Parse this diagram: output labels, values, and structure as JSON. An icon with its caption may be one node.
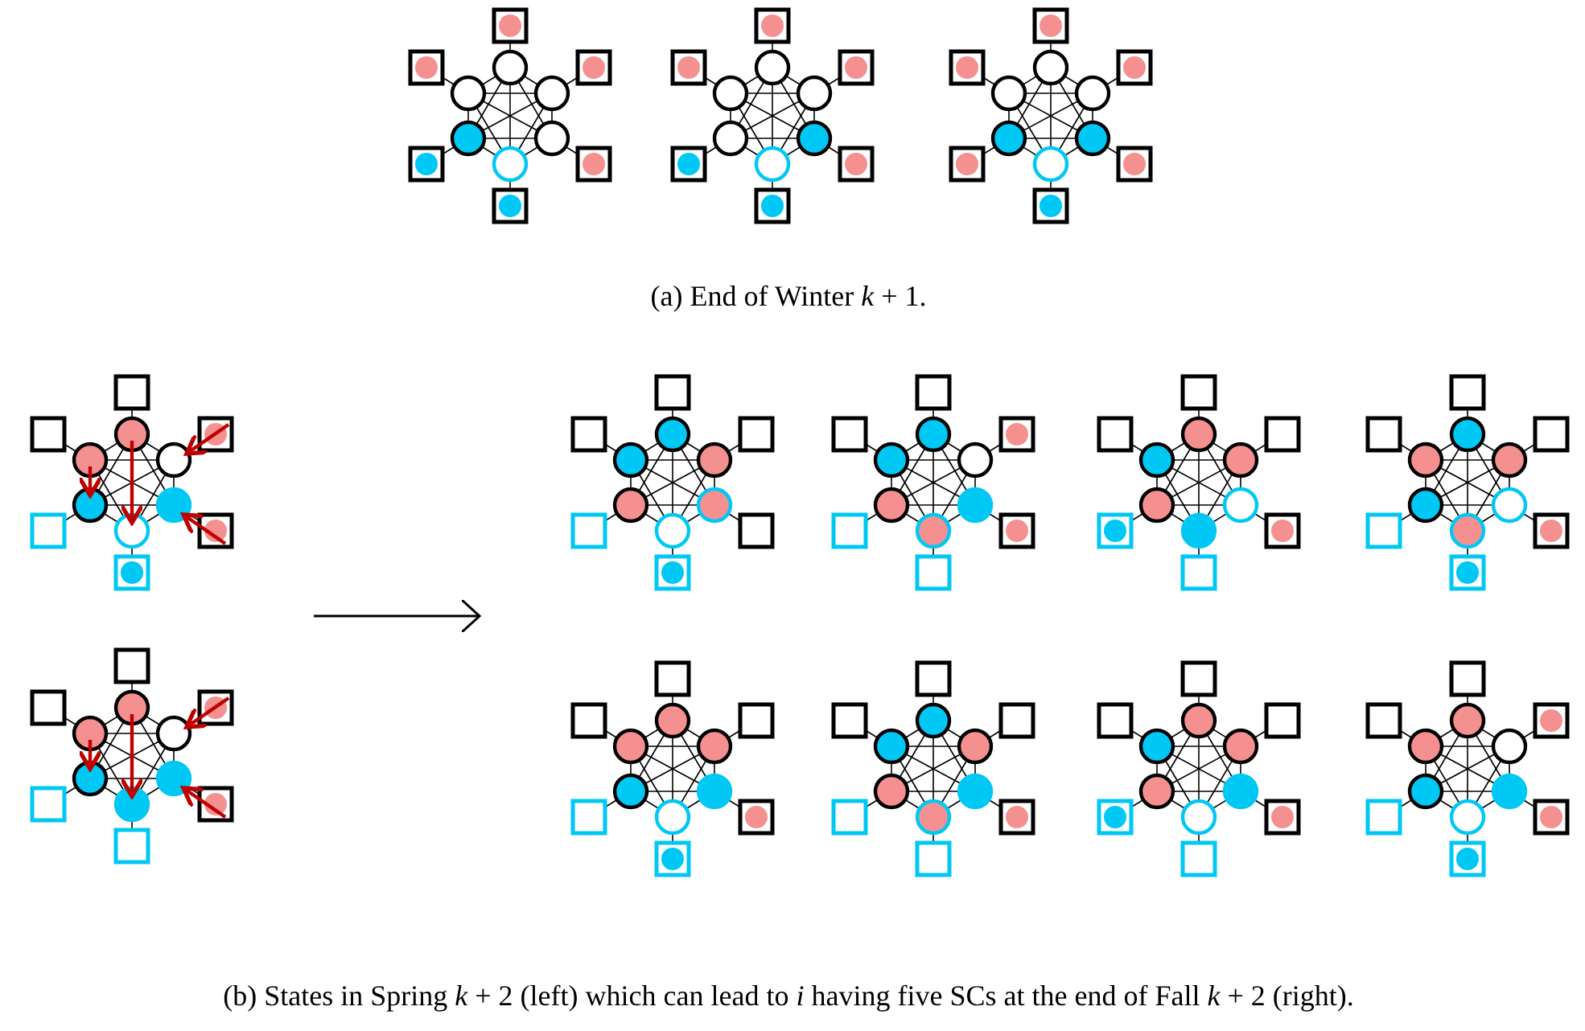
{
  "diagram": {
    "nodes": [
      {
        "text": [],
        "shape": "picture"
      },
      {
        "text": [],
        "shape": "picture"
      },
      {
        "text": [],
        "shape": "picture"
      },
      {
        "text": [],
        "shape": "picture"
      },
      {
        "text": [],
        "shape": "picture"
      },
      {
        "text": [],
        "shape": "picture"
      },
      {
        "text": [],
        "shape": "picture"
      },
      {
        "text": [],
        "shape": "picture"
      },
      {
        "text": [],
        "shape": "picture"
      },
      {
        "text": [],
        "shape": "picture"
      },
      {
        "text": [],
        "shape": "picture"
      },
      {
        "text": [],
        "shape": "picture"
      },
      {
        "text": [],
        "shape": "picture"
      }
    ],
    "edges": [
      {
        "from": 3,
        "to": 5,
        "arrow": "to"
      }
    ],
    "labels": [
      "(a) End of Winter *k* + 1.",
      "(b) States in Spring *k* + 2 (left) which can lead to *i* having five SCs at the end of Fall *k* + 2 (right)."
    ]
  }
}
